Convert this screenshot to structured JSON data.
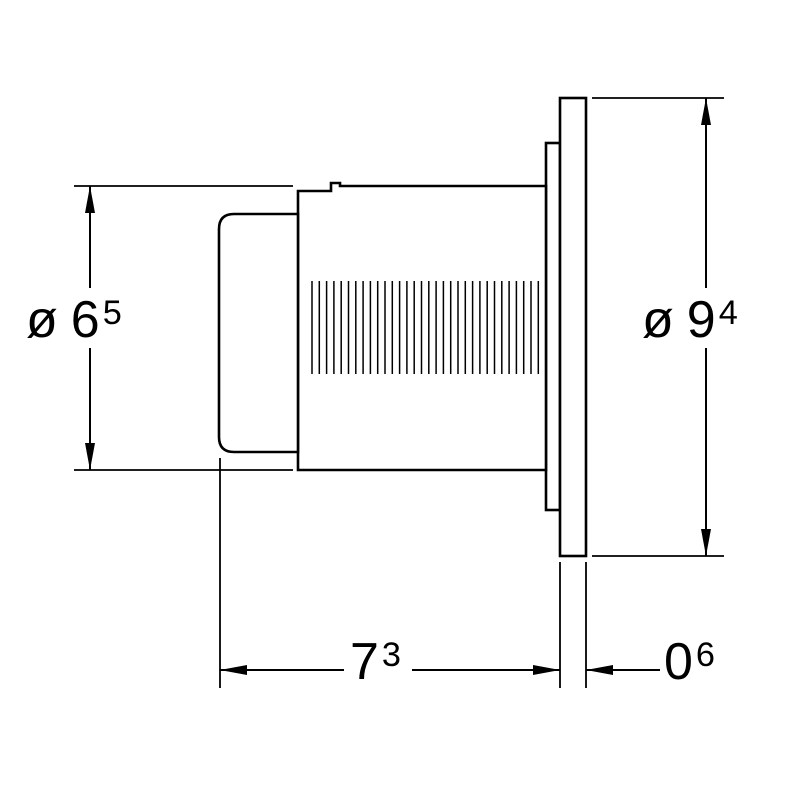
{
  "page": {
    "background_color": "#ffffff",
    "line_color": "#000000"
  },
  "drawing": {
    "dimensions": {
      "front_diameter": {
        "symbol": "ø",
        "value": "6",
        "sup": "5"
      },
      "plate_diameter": {
        "symbol": "ø",
        "value": "9",
        "sup": "4"
      },
      "depth": {
        "value": "7",
        "sup": "3"
      },
      "plate_thickness": {
        "value": "0",
        "sup": "6"
      }
    }
  }
}
